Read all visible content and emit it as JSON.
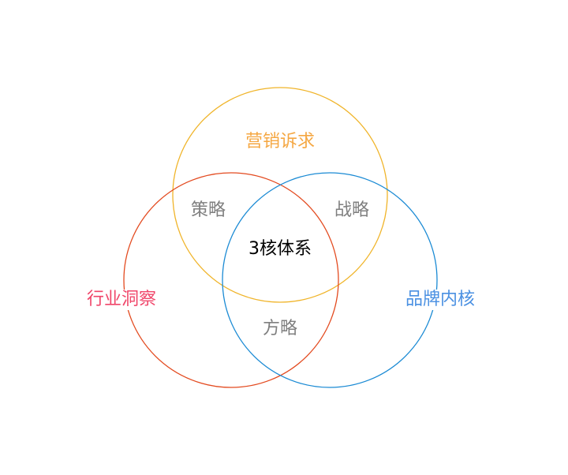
{
  "sets": [
    {
      "label": "营销诉求",
      "color": "#f0b429",
      "text_color": "#f5a742"
    },
    {
      "label": "行业洞察",
      "color": "#e34a1f",
      "text_color": "#f0466a"
    },
    {
      "label": "品牌内核",
      "color": "#1a8ad4",
      "text_color": "#4a90e2"
    }
  ],
  "intersections": {
    "marketing_industry": "策略",
    "marketing_brand": "战略",
    "industry_brand": "方略",
    "all": "3核体系"
  }
}
